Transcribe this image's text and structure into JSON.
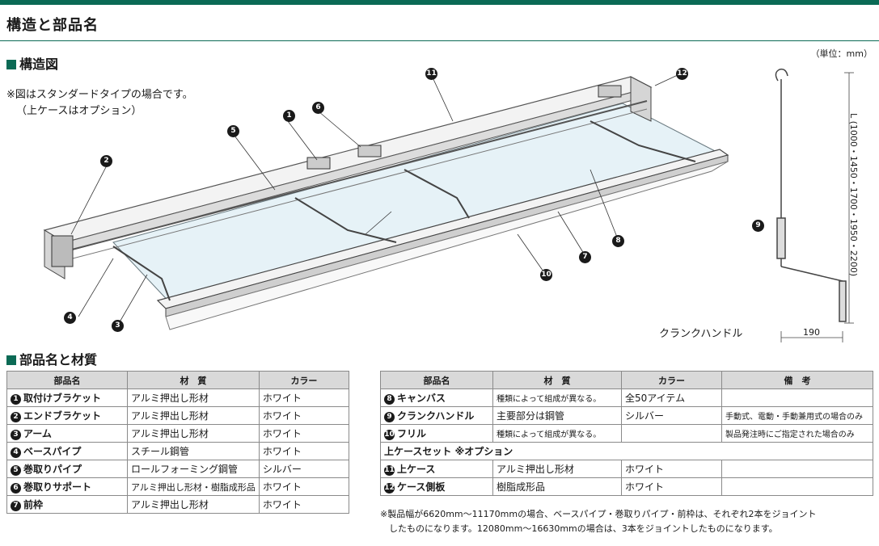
{
  "page_title": "構造と部品名",
  "structure": {
    "heading": "構造図",
    "unit": "（単位：mm）",
    "note_lines": [
      "※図はスタンダードタイプの場合です。",
      "（上ケースはオプション）"
    ],
    "crank_label": "クランクハンドル",
    "crank_width": "190",
    "crank_length": "L (1000・1450・1700・1950・2200)",
    "callouts": [
      "1",
      "2",
      "3",
      "4",
      "5",
      "6",
      "7",
      "8",
      "9",
      "10",
      "11",
      "12"
    ]
  },
  "parts": {
    "heading": "部品名と材質",
    "headers": {
      "name": "部品名",
      "material": "材　質",
      "color": "カラー",
      "note": "備　考"
    },
    "left_rows": [
      {
        "num": "1",
        "name": "取付けブラケット",
        "material": "アルミ押出し形材",
        "color": "ホワイト"
      },
      {
        "num": "2",
        "name": "エンドブラケット",
        "material": "アルミ押出し形材",
        "color": "ホワイト"
      },
      {
        "num": "3",
        "name": "アーム",
        "material": "アルミ押出し形材",
        "color": "ホワイト"
      },
      {
        "num": "4",
        "name": "ベースパイプ",
        "material": "スチール鋼管",
        "color": "ホワイト"
      },
      {
        "num": "5",
        "name": "巻取りパイプ",
        "material": "ロールフォーミング鋼管",
        "color": "シルバー"
      },
      {
        "num": "6",
        "name": "巻取りサポート",
        "material": "アルミ押出し形材・樹脂成形品",
        "color": "ホワイト"
      },
      {
        "num": "7",
        "name": "前枠",
        "material": "アルミ押出し形材",
        "color": "ホワイト"
      }
    ],
    "right_rows": [
      {
        "num": "8",
        "name": "キャンバス",
        "material": "種類によって組成が異なる。",
        "color": "全50アイテム",
        "note": ""
      },
      {
        "num": "9",
        "name": "クランクハンドル",
        "material": "主要部分は鋼管",
        "color": "シルバー",
        "note": "手動式、電動・手動兼用式の場合のみ"
      },
      {
        "num": "10",
        "name": "フリル",
        "material": "種類によって組成が異なる。",
        "color": "",
        "note": "製品発注時にご指定された場合のみ"
      }
    ],
    "option_header": "上ケースセット ※オプション",
    "option_rows": [
      {
        "num": "11",
        "name": "上ケース",
        "material": "アルミ押出し形材",
        "color": "ホワイト",
        "note": ""
      },
      {
        "num": "12",
        "name": "ケース側板",
        "material": "樹脂成形品",
        "color": "ホワイト",
        "note": ""
      }
    ],
    "footnote_lines": [
      "※製品幅が6620mm～11170mmの場合、ベースパイプ・巻取りパイプ・前枠は、それぞれ2本をジョイント",
      "　したものになります。12080mm～16630mmの場合は、3本をジョイントしたものになります。"
    ]
  },
  "colors": {
    "accent": "#0b6a55",
    "header_bg": "#d9d9d9",
    "canvas": "#e6f2f7"
  }
}
